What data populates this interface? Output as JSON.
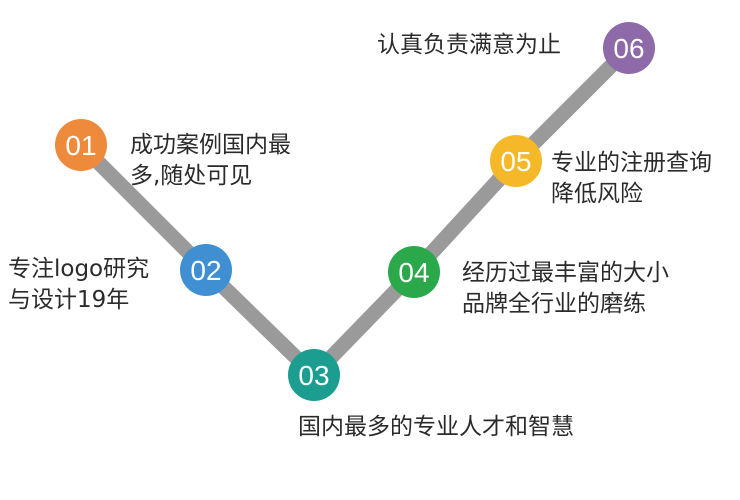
{
  "steps": [
    {
      "num": "01",
      "color": "#ee8a3c",
      "lines": [
        "成功案例国内最",
        "多,随处可见"
      ]
    },
    {
      "num": "02",
      "color": "#3f8fd2",
      "lines": [
        "专注logo研究",
        "与设计19年"
      ]
    },
    {
      "num": "03",
      "color": "#1b9e8f",
      "lines": [
        "国内最多的专业人才和智慧"
      ]
    },
    {
      "num": "04",
      "color": "#2aa84a",
      "lines": [
        "经历过最丰富的大小",
        "品牌全行业的磨练"
      ]
    },
    {
      "num": "05",
      "color": "#f5b828",
      "lines": [
        "专业的注册查询",
        "降低风险"
      ]
    },
    {
      "num": "06",
      "color": "#8e6aa8",
      "lines": [
        "认真负责满意为止"
      ]
    }
  ],
  "line_color": "#9a9a9a"
}
